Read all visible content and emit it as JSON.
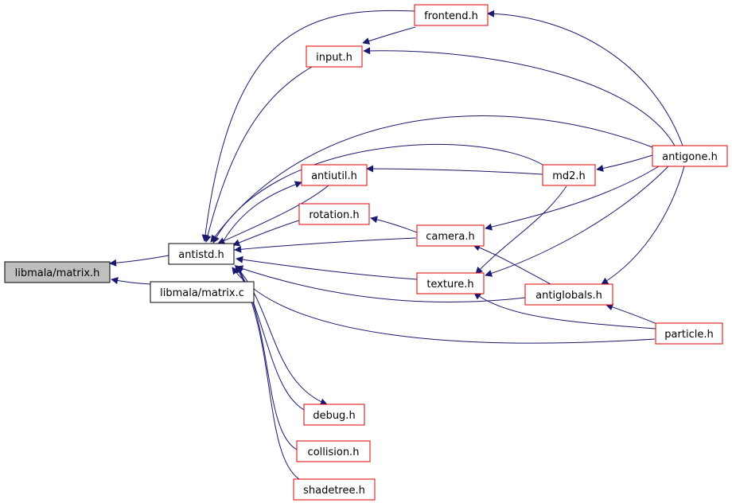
{
  "colors": {
    "edge": "#191970",
    "node_border": "#e00000",
    "root_fill": "#bfbfbf"
  },
  "nodes": {
    "libmala_matrix_h": "libmala/matrix.h",
    "antistd_h": "antistd.h",
    "libmala_matrix_c": "libmala/matrix.c",
    "frontend_h": "frontend.h",
    "input_h": "input.h",
    "antiutil_h": "antiutil.h",
    "rotation_h": "rotation.h",
    "camera_h": "camera.h",
    "texture_h": "texture.h",
    "md2_h": "md2.h",
    "antigone_h": "antigone.h",
    "antiglobals_h": "antiglobals.h",
    "particle_h": "particle.h",
    "debug_h": "debug.h",
    "collision_h": "collision.h",
    "shadetree_h": "shadetree.h"
  }
}
